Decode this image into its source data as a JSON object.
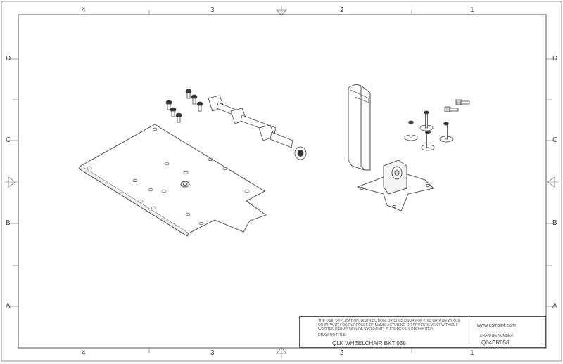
{
  "sheet": {
    "zone_columns": [
      "4",
      "3",
      "2",
      "1"
    ],
    "zone_rows": [
      "D",
      "C",
      "B",
      "A"
    ]
  },
  "title_block": {
    "disclaimer": "THE USE, DUPLICATION, DISTRIBUTION, OR DISCLOSURE OF THIS DATA (IN WHOLE OR IN PART) FOR PURPOSES OF MANUFACTURING OR PROCUREMENT WITHOUT WRITTEN PERMISSION OF \"QSTRAINT\" IS EXPRESSLY PROHIBITED.",
    "drawing_title_label": "DRAWING TITLE:",
    "drawing_title": "QLK WHEELCHAIR BKT 058",
    "website": "www.qstraint.com",
    "drawing_number_label": "DRAWING NUMBER:",
    "drawing_number": "Q04BR058"
  },
  "colors": {
    "line": "#555555",
    "part_fill": "#ffffff",
    "shade": "#cccccc"
  }
}
